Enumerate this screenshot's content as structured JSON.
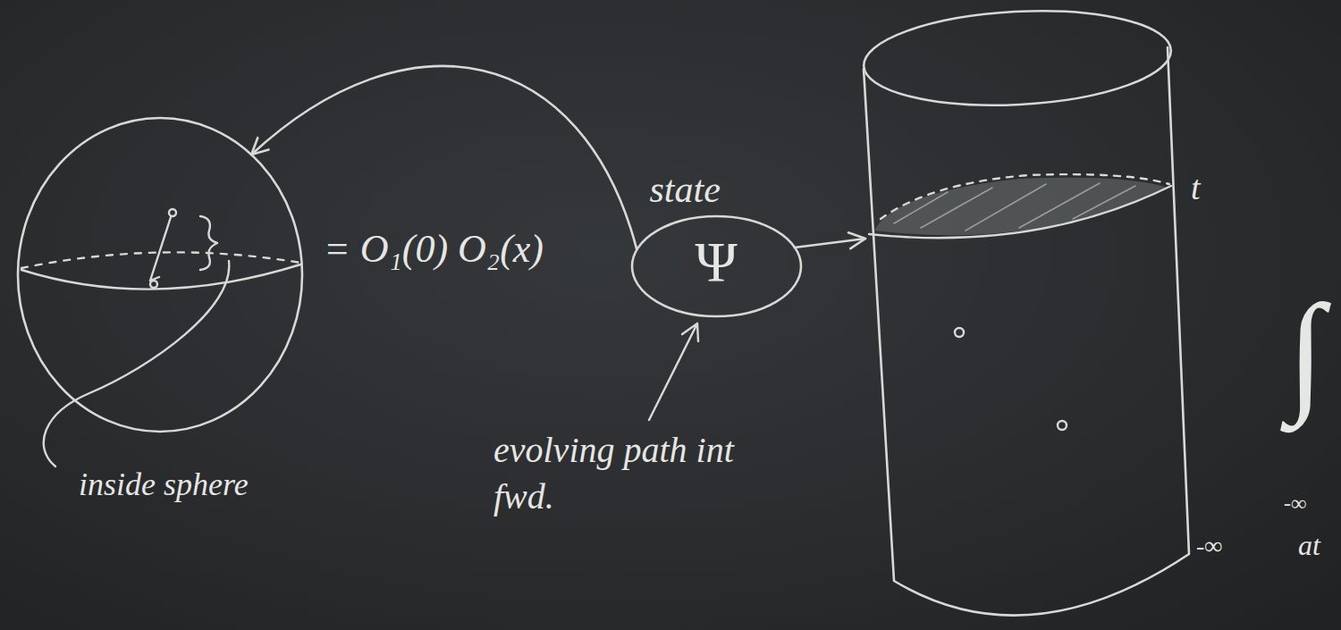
{
  "diagram": {
    "nodes": [
      {
        "text": [
          "inside sphere"
        ]
      },
      {
        "text": [
          "state",
          "Ψ"
        ]
      },
      {
        "text": [
          "t",
          "-∞"
        ]
      }
    ],
    "edges": [
      {
        "from": 1,
        "to": 0,
        "arrow": "to"
      },
      {
        "from": 1,
        "to": 2,
        "arrow": "to"
      }
    ],
    "labels": [
      "= O₁(0) O₂(x)",
      "evolving path int fwd.",
      "∫",
      "-∞",
      "at"
    ]
  }
}
